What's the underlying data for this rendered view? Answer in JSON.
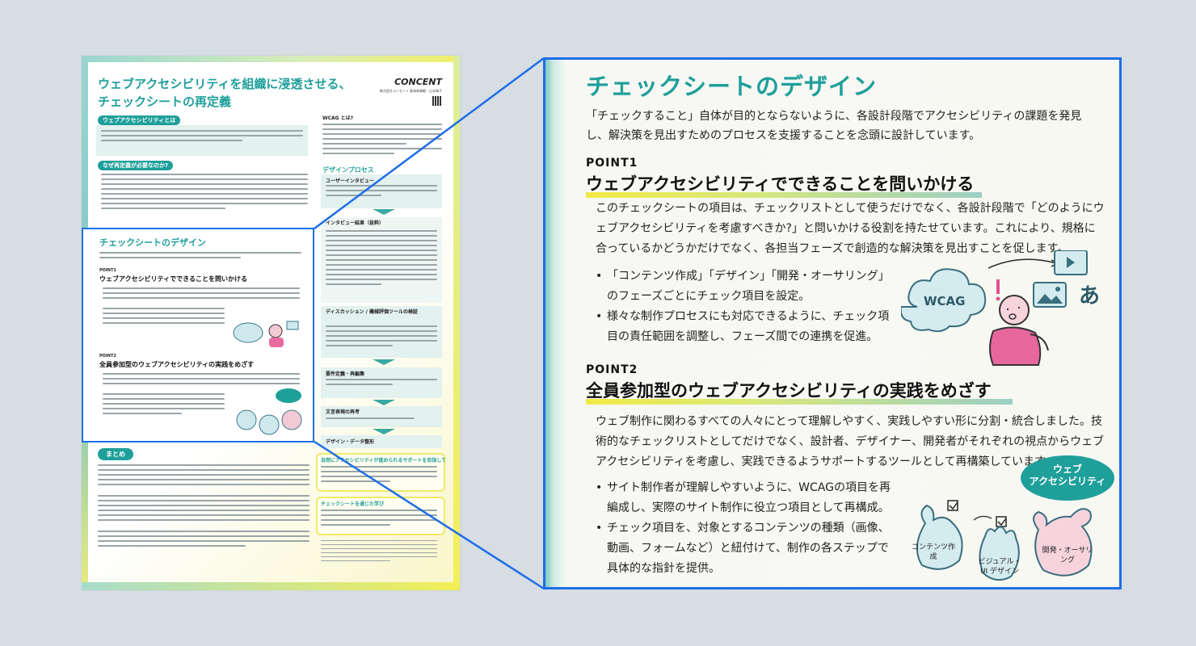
{
  "poster": {
    "title_line1": "ウェブアクセシビリティを組織に浸透させる、",
    "title_line2": "チェックシートの再定義",
    "brand": "CONCENT",
    "brand_sub": "株式会社コンセント 東海林康範・山本章子",
    "chip_what": "ウェブアクセシビリティとは",
    "chip_why": "なぜ再定義が必要なのか?",
    "wcag_heading": "WCAG とは?",
    "design_process": "デザインプロセス",
    "interview": "ユーザーインタビュー",
    "interview_result": "インタビュー結果（抜粋）",
    "discussion": "ディスカッション / 機械評価ツールの検証",
    "requirements": "要件定義・再編集",
    "doc_review": "文言表現の再考",
    "design_arrange": "デザイン・データ整形",
    "summary": "まとめ",
    "support_heading": "自然にアクセシビリティが進められるサポートを目指して",
    "learn_heading": "チェックシートを通じた学び",
    "selected": {
      "title": "チェックシートのデザイン",
      "point1": "POINT1",
      "point1_heading": "ウェブアクセシビリティでできることを問いかける",
      "point2": "POINT2",
      "point2_heading": "全員参加型のウェブアクセシビリティの実践をめざす"
    }
  },
  "zoom": {
    "title": "チェックシートのデザイン",
    "intro": "「チェックすること」自体が目的とならないように、各設計段階でアクセシビリティの課題を発見し、解決策を見出すためのプロセスを支援することを念頭に設計しています。",
    "point1_label": "POINT1",
    "point1_heading": "ウェブアクセシビリティでできることを問いかける",
    "point1_body": "このチェックシートの項目は、チェックリストとして使うだけでなく、各設計段階で「どのようにウェブアクセシビリティを考慮すべきか?」と問いかける役割を持たせています。これにより、規格に合っているかどうかだけでなく、各担当フェーズで創造的な解決策を見出すことを促します。",
    "point1_bullets": [
      "「コンテンツ作成」「デザイン」「開発・オーサリング」のフェーズごとにチェック項目を設定。",
      "様々な制作プロセスにも対応できるように、チェック項目の責任範囲を調整し、フェーズ間での連携を促進。"
    ],
    "point2_label": "POINT2",
    "point2_heading": "全員参加型のウェブアクセシビリティの実践をめざす",
    "point2_body": "ウェブ制作に関わるすべての人々にとって理解しやすく、実践しやすい形に分割・統合しました。技術的なチェックリストとしてだけでなく、設計者、デザイナー、開発者がそれぞれの視点からウェブアクセシビリティを考慮し、実践できるようサポートするツールとして再構築しています。",
    "point2_bullets": [
      "サイト制作者が理解しやすいように、WCAGの項目を再編成し、実際のサイト制作に役立つ項目として再構成。",
      "チェック項目を、対象とするコンテンツの種類（画像、動画、フォームなど）と紐付けて、制作の各ステップで具体的な指針を提供。"
    ],
    "illus1": {
      "cloud_label": "WCAG",
      "glyph": "あ"
    },
    "illus2": {
      "badge_line1": "ウェブ",
      "badge_line2": "アクセシビリティ",
      "role_content": "コンテンツ作成",
      "role_visual": "ビジュアル・UI デザイン",
      "role_dev": "開発・オーサリング"
    }
  },
  "colors": {
    "teal": "#1f9f9a",
    "highlight_blue": "#1e6ee8",
    "yellow": "#f2ea45"
  }
}
